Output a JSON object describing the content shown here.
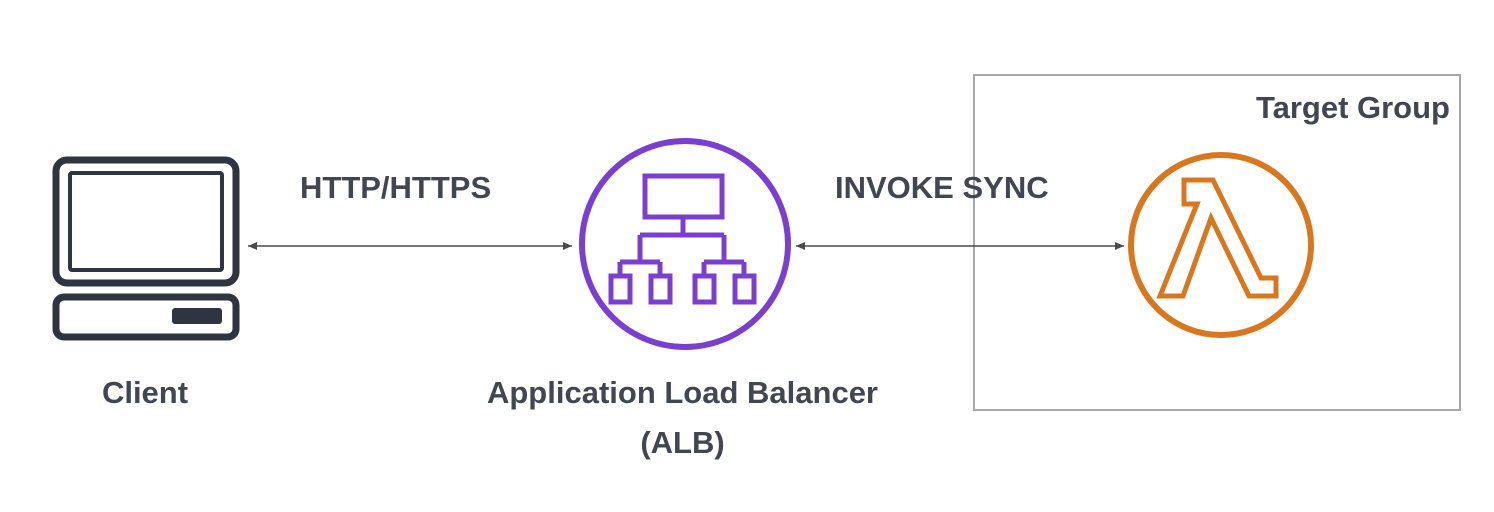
{
  "diagram": {
    "client": {
      "label": "Client",
      "icon": "laptop-client-icon"
    },
    "alb": {
      "label": "Application Load Balancer",
      "sublabel": "(ALB)",
      "icon": "load-balancer-icon",
      "color": "#7b3fd0"
    },
    "target_group": {
      "label": "Target Group",
      "border_color": "#a8a8a8"
    },
    "lambda": {
      "icon": "lambda-icon",
      "color": "#d9771e"
    },
    "connections": [
      {
        "from": "Client",
        "to": "Application Load Balancer",
        "label": "HTTP/HTTPS",
        "bidirectional": true
      },
      {
        "from": "Application Load Balancer",
        "to": "Lambda",
        "label": "INVOKE SYNC",
        "bidirectional": true
      }
    ]
  }
}
